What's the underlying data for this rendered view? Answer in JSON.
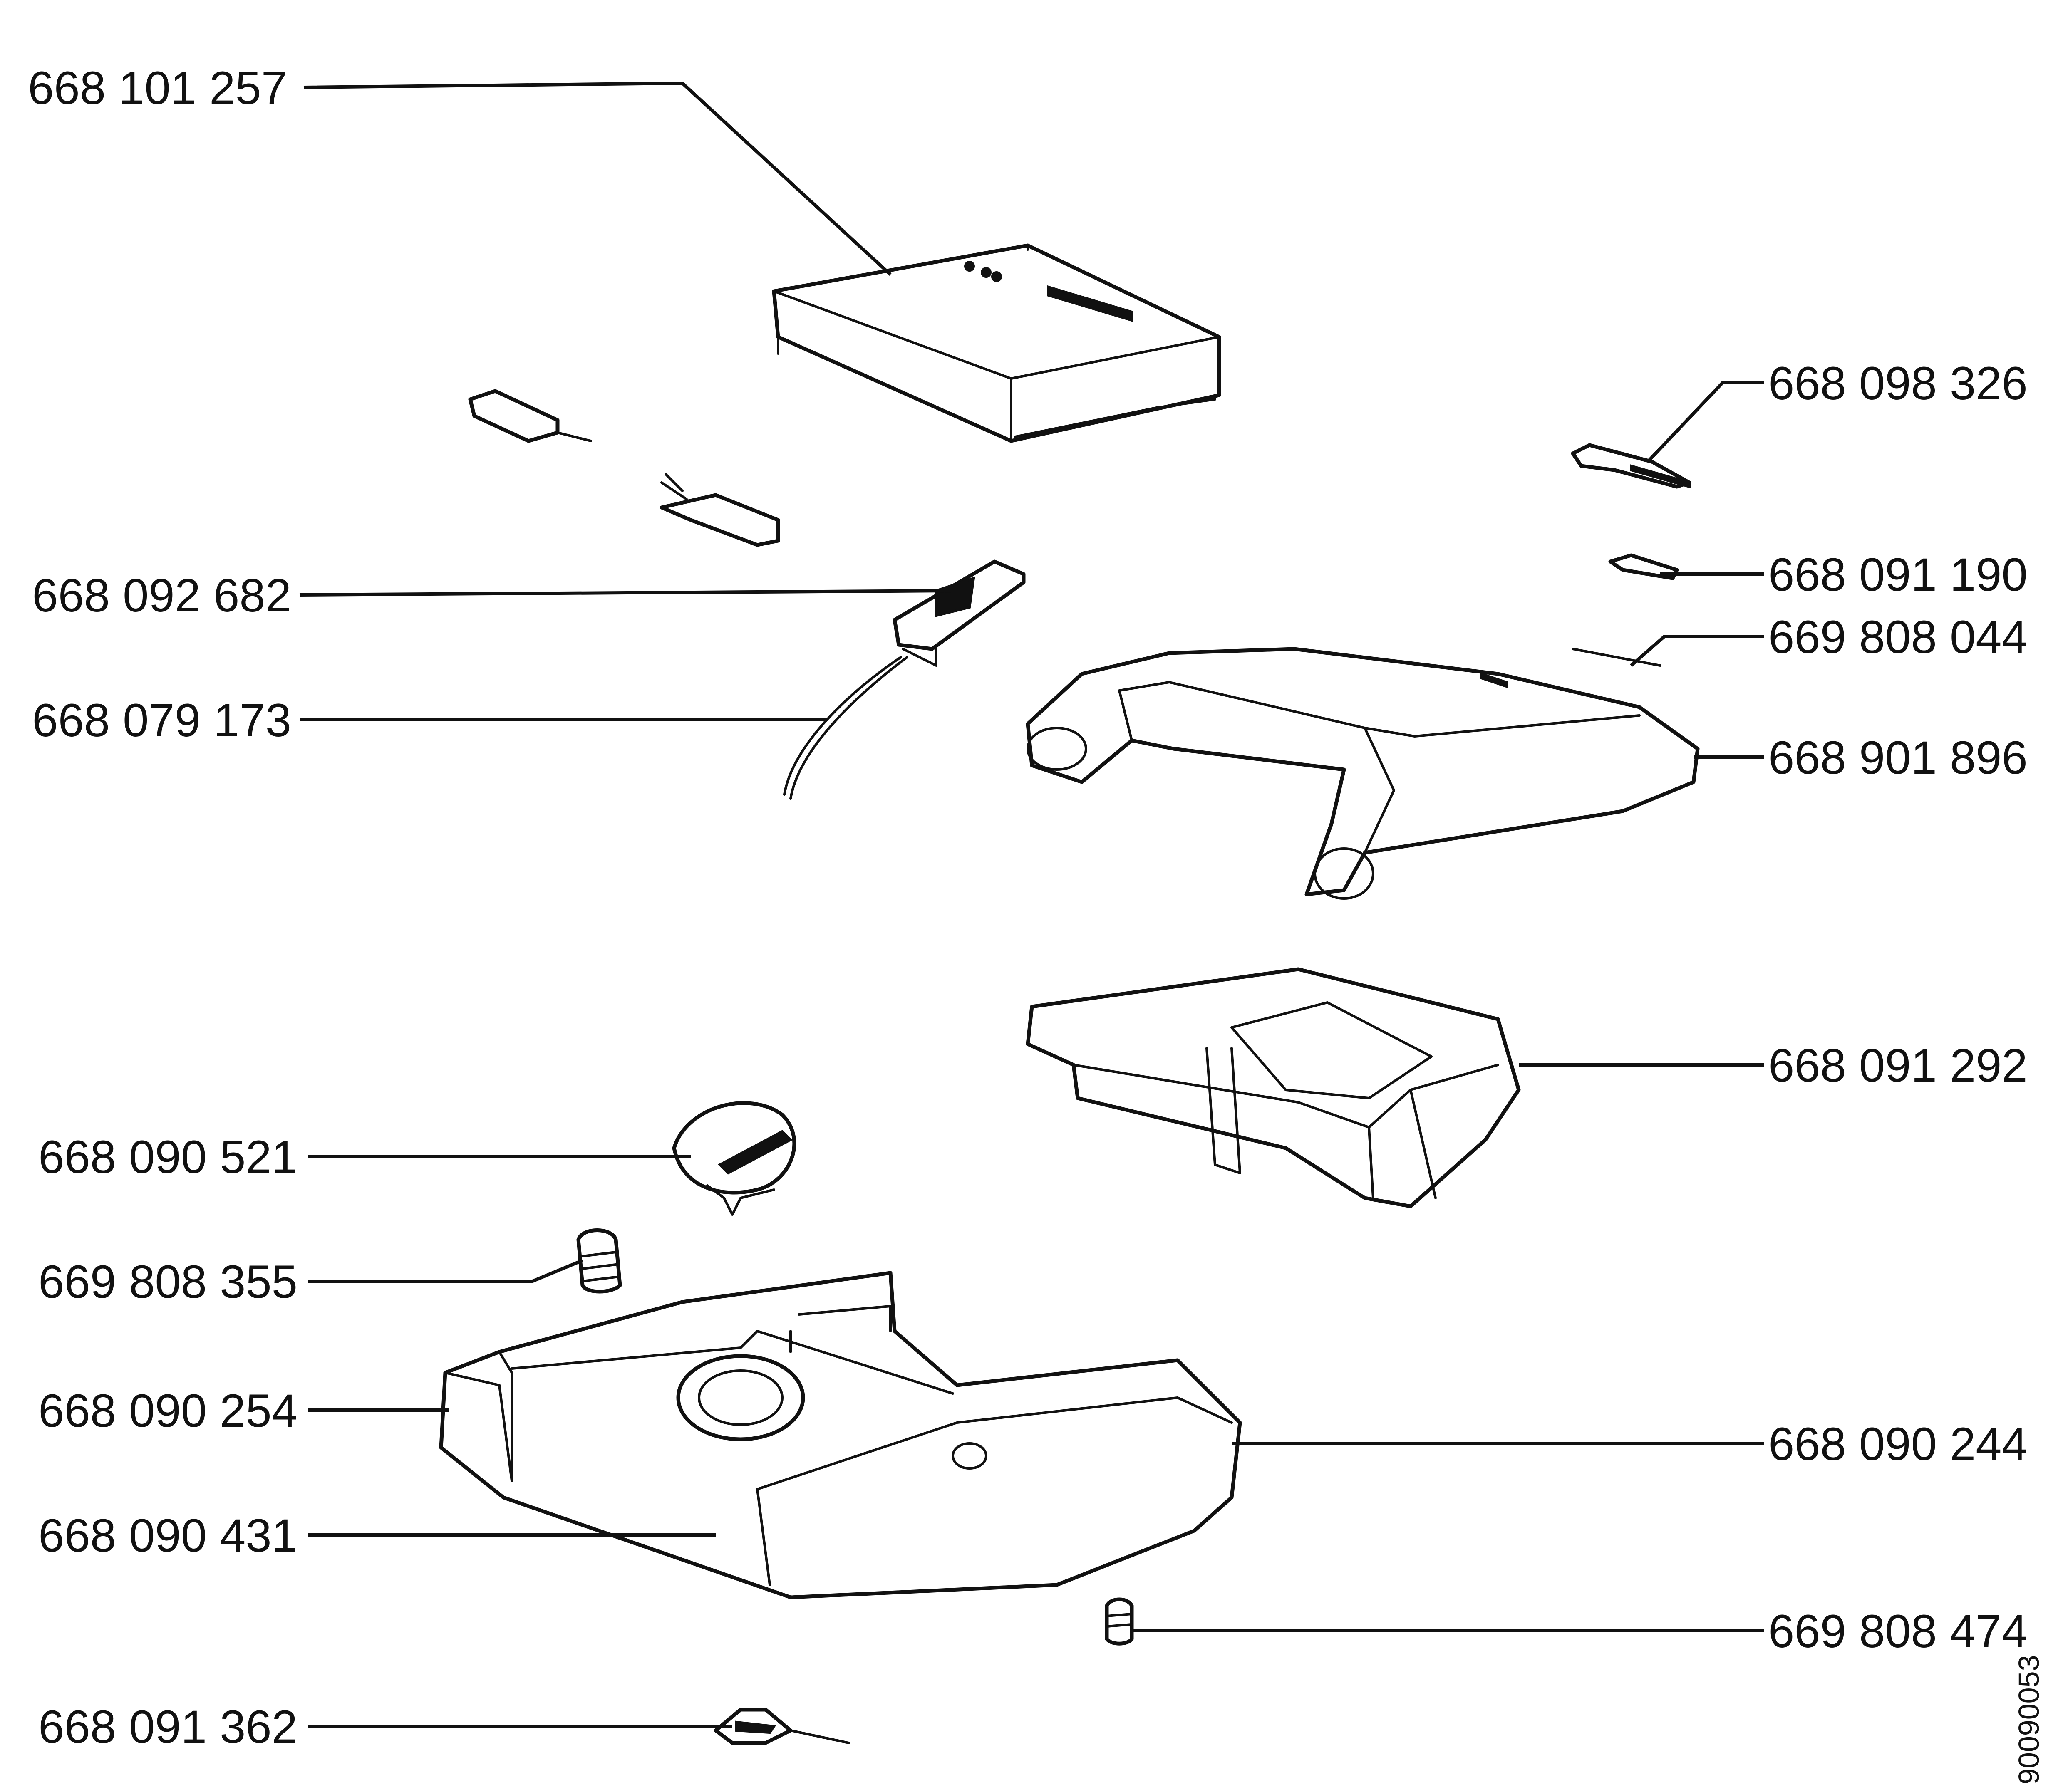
{
  "parts": [
    {
      "id": "lid-top-cover",
      "number": "668 101 257"
    },
    {
      "id": "switch-assembly",
      "number": "668 092 682"
    },
    {
      "id": "cable",
      "number": "668 079 173"
    },
    {
      "id": "clip-upper-right",
      "number": "668 098 326"
    },
    {
      "id": "clip-small-right",
      "number": "668 091 190"
    },
    {
      "id": "pin",
      "number": "669 808 044"
    },
    {
      "id": "handle",
      "number": "668 901 896"
    },
    {
      "id": "handle-housing",
      "number": "668 091 292"
    },
    {
      "id": "knob",
      "number": "668 090 521"
    },
    {
      "id": "spring-left",
      "number": "669 808 355"
    },
    {
      "id": "left-end-cap",
      "number": "668 090 254"
    },
    {
      "id": "right-body",
      "number": "668 090 244"
    },
    {
      "id": "center-base",
      "number": "668 090 431"
    },
    {
      "id": "spring-right",
      "number": "669 808 474"
    },
    {
      "id": "bottom-clip",
      "number": "668 091 362"
    }
  ],
  "document_id": "90090053"
}
